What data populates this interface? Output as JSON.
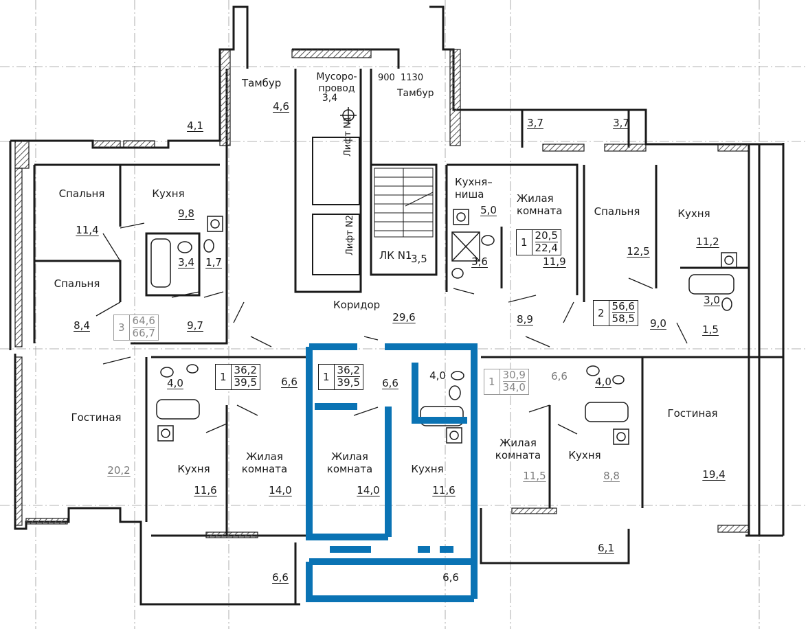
{
  "colors": {
    "highlight": "#0a73b4",
    "wall": "#1a1a1a",
    "grid": "#9a9a9a",
    "hatch": "#555555"
  },
  "rooms": {
    "tambur_left": "Тамбур",
    "tambur_left_area": "4,6",
    "musoroprovod": "Мусоро-\nпровод",
    "musoroprovod_area": "3,4",
    "dim_900": "900",
    "dim_1130": "1130",
    "tambur_right": "Тамбур",
    "lift1": "Лифт N1",
    "lift2": "Лифт N2",
    "stair": "ЛК N1",
    "stair_area": "3,5",
    "koridor": "Коридор",
    "koridor_area": "29,6",
    "balcony_top_left": "4,1",
    "balcony_top_r1": "3,7",
    "balcony_top_r2": "3,7",
    "spalnya_1": "Спальня",
    "spalnya_1_area": "11,4",
    "kuhnya_1": "Кухня",
    "kuhnya_1_area": "9,8",
    "bath_1_area": "3,4",
    "wc_1_area": "1,7",
    "spalnya_2": "Спальня",
    "spalnya_2_area": "8,4",
    "hall_1_area": "9,7",
    "gostinaya_1": "Гостиная",
    "gostinaya_1_area": "20,2",
    "kuhnya_nisha": "Кухня–\nниша",
    "kuhnya_nisha_area": "5,0",
    "bath_studio_area": "3,6",
    "zhilaya_studio": "Жилая\nкомната",
    "zhilaya_studio_area": "11,9",
    "hall_studio_area": "8,9",
    "spalnya_3": "Спальня",
    "spalnya_3_area": "12,5",
    "kuhnya_3": "Кухня",
    "kuhnya_3_area": "11,2",
    "bath_3_area": "3,0",
    "wc_3_area": "1,5",
    "hall_3_area": "9,0",
    "bath_a_area": "4,0",
    "hall_a_area": "6,6",
    "kuhnya_a": "Кухня",
    "kuhnya_a_area": "11,6",
    "zhilaya_a": "Жилая\nкомната",
    "zhilaya_a_area": "14,0",
    "loggia_a_area": "6,6",
    "sel_hall_area": "6,6",
    "sel_bath_area": "4,0",
    "sel_zhilaya": "Жилая\nкомната",
    "sel_zhilaya_area": "14,0",
    "sel_kuhnya": "Кухня",
    "sel_kuhnya_area": "11,6",
    "sel_loggia_area": "6,6",
    "hall_c_area": "6,6",
    "zhilaya_c": "Жилая\nкомната",
    "zhilaya_c_area": "11,5",
    "kuhnya_c": "Кухня",
    "kuhnya_c_area": "8,8",
    "bath_c_area": "4,0",
    "gostinaya_d": "Гостиная",
    "gostinaya_d_area": "19,4",
    "loggia_right_area": "6,1"
  },
  "badges": {
    "apt_3": {
      "rooms": "3",
      "total": "64,6",
      "total_with_loggia": "66,7"
    },
    "apt_1_studio": {
      "rooms": "1",
      "total": "20,5",
      "total_with_loggia": "22,4"
    },
    "apt_2": {
      "rooms": "2",
      "total": "56,6",
      "total_with_loggia": "58,5"
    },
    "apt_1a": {
      "rooms": "1",
      "total": "36,2",
      "total_with_loggia": "39,5"
    },
    "apt_1_selected": {
      "rooms": "1",
      "total": "36,2",
      "total_with_loggia": "39,5"
    },
    "apt_1c": {
      "rooms": "1",
      "total": "30,9",
      "total_with_loggia": "34,0"
    }
  }
}
